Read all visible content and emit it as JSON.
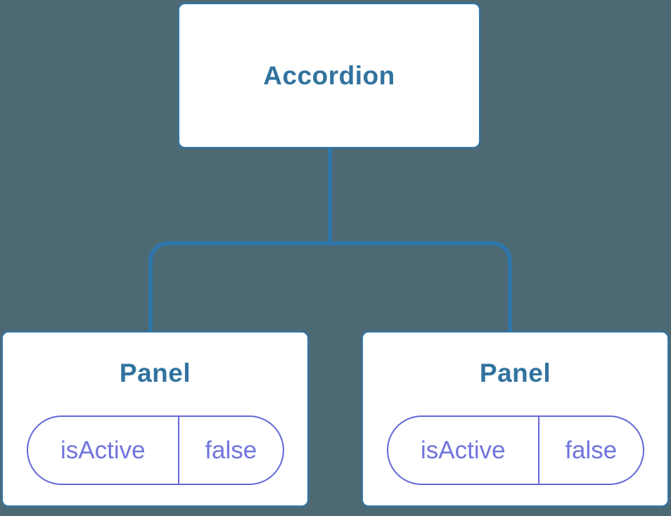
{
  "colors": {
    "background": "#4d6a74",
    "connector_blue": "#2f76ab",
    "node_text_blue": "#31739f",
    "pill_border_purple": "#6267d5",
    "pill_text_purple": "#7074de",
    "node_background": "#ffffff"
  },
  "tree": {
    "root": {
      "label": "Accordion"
    },
    "children": [
      {
        "label": "Panel",
        "state": {
          "key": "isActive",
          "value": "false"
        }
      },
      {
        "label": "Panel",
        "state": {
          "key": "isActive",
          "value": "false"
        }
      }
    ]
  }
}
